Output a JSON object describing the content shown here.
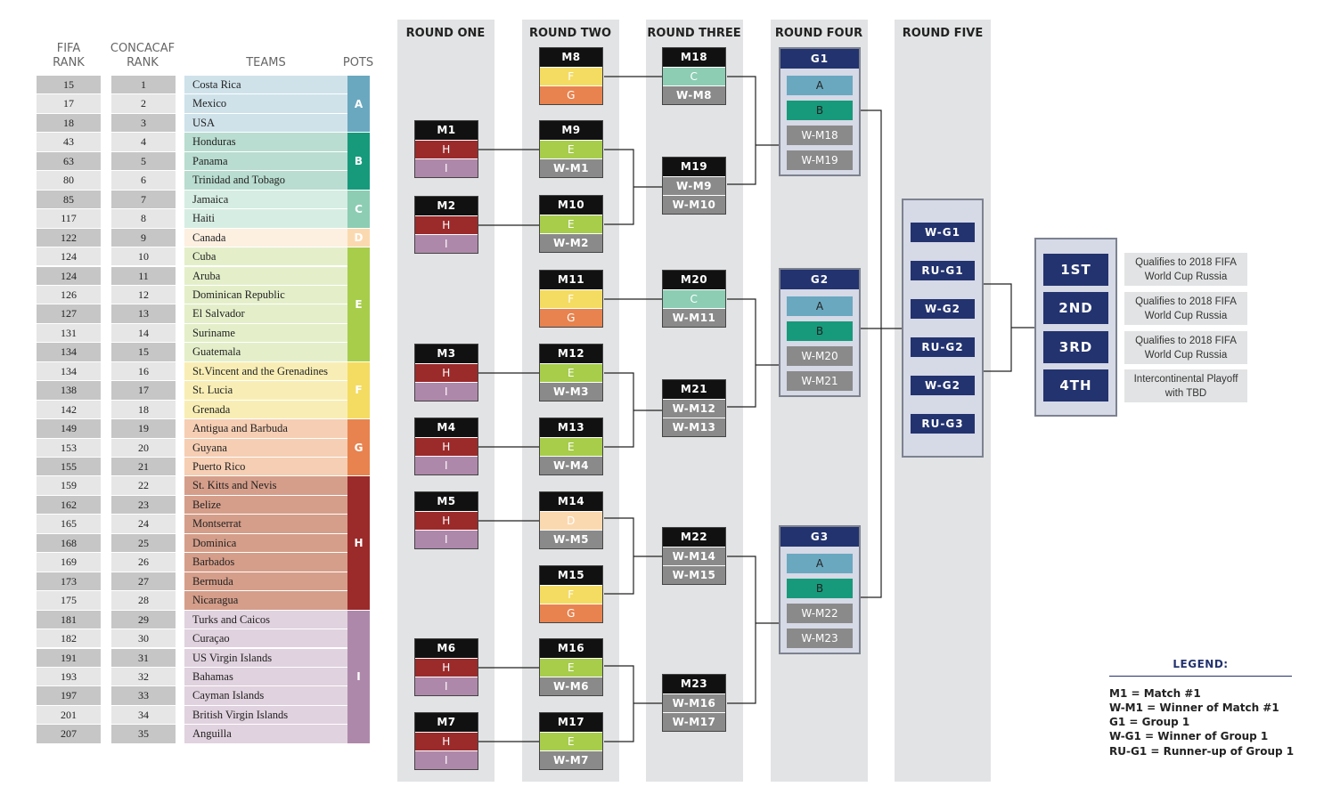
{
  "headers": {
    "fifa_rank": "FIFA RANK",
    "fifa_rank_l1": "FIFA",
    "fifa_rank_l2": "RANK",
    "concacaf_l1": "CONCACAF",
    "concacaf_l2": "RANK",
    "teams": "TEAMS",
    "pots": "POTS"
  },
  "teams": [
    {
      "fifa": "15",
      "conc": "1",
      "name": "Costa Rica",
      "pot": "A"
    },
    {
      "fifa": "17",
      "conc": "2",
      "name": "Mexico",
      "pot": "A"
    },
    {
      "fifa": "18",
      "conc": "3",
      "name": "USA",
      "pot": "A"
    },
    {
      "fifa": "43",
      "conc": "4",
      "name": "Honduras",
      "pot": "B"
    },
    {
      "fifa": "63",
      "conc": "5",
      "name": "Panama",
      "pot": "B"
    },
    {
      "fifa": "80",
      "conc": "6",
      "name": "Trinidad and Tobago",
      "pot": "B"
    },
    {
      "fifa": "85",
      "conc": "7",
      "name": "Jamaica",
      "pot": "C"
    },
    {
      "fifa": "117",
      "conc": "8",
      "name": "Haiti",
      "pot": "C"
    },
    {
      "fifa": "122",
      "conc": "9",
      "name": "Canada",
      "pot": "D"
    },
    {
      "fifa": "124",
      "conc": "10",
      "name": "Cuba",
      "pot": "E"
    },
    {
      "fifa": "124",
      "conc": "11",
      "name": "Aruba",
      "pot": "E"
    },
    {
      "fifa": "126",
      "conc": "12",
      "name": "Dominican Republic",
      "pot": "E"
    },
    {
      "fifa": "127",
      "conc": "13",
      "name": "El Salvador",
      "pot": "E"
    },
    {
      "fifa": "131",
      "conc": "14",
      "name": "Suriname",
      "pot": "E"
    },
    {
      "fifa": "134",
      "conc": "15",
      "name": "Guatemala",
      "pot": "E"
    },
    {
      "fifa": "134",
      "conc": "16",
      "name": "St.Vincent and the Grenadines",
      "pot": "F"
    },
    {
      "fifa": "138",
      "conc": "17",
      "name": "St. Lucia",
      "pot": "F"
    },
    {
      "fifa": "142",
      "conc": "18",
      "name": "Grenada",
      "pot": "F"
    },
    {
      "fifa": "149",
      "conc": "19",
      "name": "Antigua and Barbuda",
      "pot": "G"
    },
    {
      "fifa": "153",
      "conc": "20",
      "name": "Guyana",
      "pot": "G"
    },
    {
      "fifa": "155",
      "conc": "21",
      "name": "Puerto Rico",
      "pot": "G"
    },
    {
      "fifa": "159",
      "conc": "22",
      "name": "St. Kitts and Nevis",
      "pot": "H"
    },
    {
      "fifa": "162",
      "conc": "23",
      "name": "Belize",
      "pot": "H"
    },
    {
      "fifa": "165",
      "conc": "24",
      "name": "Montserrat",
      "pot": "H"
    },
    {
      "fifa": "168",
      "conc": "25",
      "name": "Dominica",
      "pot": "H"
    },
    {
      "fifa": "169",
      "conc": "26",
      "name": "Barbados",
      "pot": "H"
    },
    {
      "fifa": "173",
      "conc": "27",
      "name": "Bermuda",
      "pot": "H"
    },
    {
      "fifa": "175",
      "conc": "28",
      "name": "Nicaragua",
      "pot": "H"
    },
    {
      "fifa": "181",
      "conc": "29",
      "name": "Turks and Caicos",
      "pot": "I"
    },
    {
      "fifa": "182",
      "conc": "30",
      "name": "Curaçao",
      "pot": "I"
    },
    {
      "fifa": "191",
      "conc": "31",
      "name": "US Virgin Islands",
      "pot": "I"
    },
    {
      "fifa": "193",
      "conc": "32",
      "name": "Bahamas",
      "pot": "I"
    },
    {
      "fifa": "197",
      "conc": "33",
      "name": "Cayman Islands",
      "pot": "I"
    },
    {
      "fifa": "201",
      "conc": "34",
      "name": "British Virgin Islands",
      "pot": "I"
    },
    {
      "fifa": "207",
      "conc": "35",
      "name": "Anguilla",
      "pot": "I"
    }
  ],
  "pots": [
    {
      "label": "A",
      "color": "#6aa8c0",
      "light": "#cfe2ea"
    },
    {
      "label": "B",
      "color": "#179a7c",
      "light": "#b9ddd0"
    },
    {
      "label": "C",
      "color": "#8ccdb4",
      "light": "#d6ede3"
    },
    {
      "label": "D",
      "color": "#fbd9b0",
      "light": "#fdf0e1"
    },
    {
      "label": "E",
      "color": "#a7cd4b",
      "light": "#e4efca"
    },
    {
      "label": "F",
      "color": "#f4dc62",
      "light": "#f8eeb5"
    },
    {
      "label": "G",
      "color": "#e8834f",
      "light": "#f6ceb3"
    },
    {
      "label": "H",
      "color": "#9b2a2a",
      "light": "#d59e8a"
    },
    {
      "label": "I",
      "color": "#ae88aa",
      "light": "#e0d2de"
    }
  ],
  "rounds": [
    "ROUND ONE",
    "ROUND TWO",
    "ROUND THREE",
    "ROUND FOUR",
    "ROUND FIVE"
  ],
  "round_one": [
    {
      "id": "M1",
      "rows": [
        "H",
        "I"
      ]
    },
    {
      "id": "M2",
      "rows": [
        "H",
        "I"
      ]
    },
    {
      "id": "M3",
      "rows": [
        "H",
        "I"
      ]
    },
    {
      "id": "M4",
      "rows": [
        "H",
        "I"
      ]
    },
    {
      "id": "M5",
      "rows": [
        "H",
        "I"
      ]
    },
    {
      "id": "M6",
      "rows": [
        "H",
        "I"
      ]
    },
    {
      "id": "M7",
      "rows": [
        "H",
        "I"
      ]
    }
  ],
  "round_two": [
    {
      "id": "M8",
      "rows": [
        "F",
        "G"
      ]
    },
    {
      "id": "M9",
      "rows": [
        "E",
        "W-M1"
      ]
    },
    {
      "id": "M10",
      "rows": [
        "E",
        "W-M2"
      ]
    },
    {
      "id": "M11",
      "rows": [
        "F",
        "G"
      ]
    },
    {
      "id": "M12",
      "rows": [
        "E",
        "W-M3"
      ]
    },
    {
      "id": "M13",
      "rows": [
        "E",
        "W-M4"
      ]
    },
    {
      "id": "M14",
      "rows": [
        "D",
        "W-M5"
      ]
    },
    {
      "id": "M15",
      "rows": [
        "F",
        "G"
      ]
    },
    {
      "id": "M16",
      "rows": [
        "E",
        "W-M6"
      ]
    },
    {
      "id": "M17",
      "rows": [
        "E",
        "W-M7"
      ]
    }
  ],
  "round_three": [
    {
      "id": "M18",
      "rows": [
        "C",
        "W-M8"
      ]
    },
    {
      "id": "M19",
      "rows": [
        "W-M9",
        "W-M10"
      ]
    },
    {
      "id": "M20",
      "rows": [
        "C",
        "W-M11"
      ]
    },
    {
      "id": "M21",
      "rows": [
        "W-M12",
        "W-M13"
      ]
    },
    {
      "id": "M22",
      "rows": [
        "W-M14",
        "W-M15"
      ]
    },
    {
      "id": "M23",
      "rows": [
        "W-M16",
        "W-M17"
      ]
    }
  ],
  "round_four": [
    {
      "id": "G1",
      "rows": [
        "A",
        "B",
        "W-M18",
        "W-M19"
      ]
    },
    {
      "id": "G2",
      "rows": [
        "A",
        "B",
        "W-M20",
        "W-M21"
      ]
    },
    {
      "id": "G3",
      "rows": [
        "A",
        "B",
        "W-M22",
        "W-M23"
      ]
    }
  ],
  "round_five": [
    "W-G1",
    "RU-G1",
    "W-G2",
    "RU-G2",
    "W-G2",
    "RU-G3"
  ],
  "finals": [
    {
      "place": "1ST",
      "note": "Qualifies to 2018 FIFA World Cup Russia"
    },
    {
      "place": "2ND",
      "note": "Qualifies to 2018 FIFA World Cup Russia"
    },
    {
      "place": "3RD",
      "note": "Qualifies to 2018 FIFA World Cup Russia"
    },
    {
      "place": "4TH",
      "note": "Intercontinental Playoff with TBD"
    }
  ],
  "legend": {
    "title": "LEGEND:",
    "lines": [
      "M1 = Match #1",
      "W-M1 = Winner of Match #1",
      "G1 = Group 1",
      "W-G1 = Winner of Group 1",
      "RU-G1 = Runner-up of Group 1"
    ]
  },
  "colors": {
    "match_header": "#111111",
    "winner_gray": "#8a8a8a",
    "navy": "#23336f",
    "column_bg": "#e2e3e4",
    "rank_dark": "#c6c6c6",
    "rank_light": "#e6e6e6"
  }
}
